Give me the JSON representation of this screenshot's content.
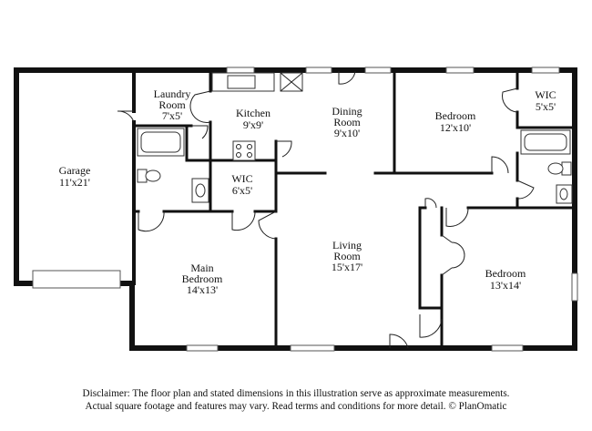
{
  "rooms": {
    "garage": {
      "name": "Garage",
      "dims": "11'x21'"
    },
    "laundry": {
      "name": "Laundry",
      "name2": "Room",
      "dims": "7'x5'"
    },
    "kitchen": {
      "name": "Kitchen",
      "dims": "9'x9'"
    },
    "dining": {
      "name": "Dining",
      "name2": "Room",
      "dims": "9'x10'"
    },
    "bedroom1": {
      "name": "Bedroom",
      "dims": "12'x10'"
    },
    "wic1": {
      "name": "WIC",
      "dims": "5'x5'"
    },
    "wic2": {
      "name": "WIC",
      "dims": "6'x5'"
    },
    "living": {
      "name": "Living",
      "name2": "Room",
      "dims": "15'x17'"
    },
    "main_bedroom": {
      "name": "Main",
      "name2": "Bedroom",
      "dims": "14'x13'"
    },
    "bedroom2": {
      "name": "Bedroom",
      "dims": "13'x14'"
    }
  },
  "disclaimer": {
    "line1": "Disclaimer: The floor plan and stated dimensions in this illustration serve as approximate measurements.",
    "line2": "Actual square footage and features may vary. Read terms and conditions for more detail. © PlanOmatic"
  }
}
